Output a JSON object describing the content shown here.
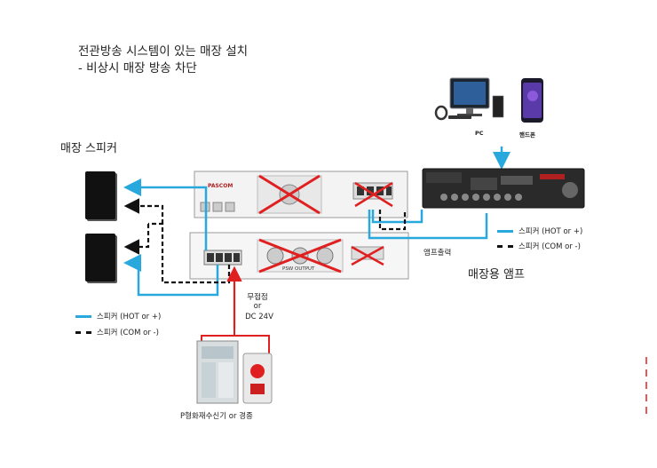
{
  "heading": {
    "line1": "전관방송 시스템이 있는 매장 설치",
    "line2": "- 비상시 매장 방송 차단"
  },
  "speaker_group": {
    "label": "매장 스피커"
  },
  "top_devices": {
    "pc_label": "PC",
    "phone_label": "핸드폰"
  },
  "amp": {
    "label": "매장용 앰프",
    "output_label": "앰프출력"
  },
  "switch_unit": {
    "brand": "PASCOM",
    "output_label": "PSW OUTPUT",
    "mid_label": "무접점",
    "or_label": "or",
    "dc_label": "DC 24V"
  },
  "fire": {
    "label": "P형화재수신기 or 경종"
  },
  "legend_left": {
    "hot": "스피커 (HOT or +)",
    "com": "스피커 (COM or -)"
  },
  "legend_right": {
    "hot": "스피커 (HOT or +)",
    "com": "스피커 (COM or -)"
  },
  "colors": {
    "hot_line": "#29a8dd",
    "com_line": "#111111",
    "trigger_line": "#e02020",
    "cross": "#e02020"
  },
  "icons": [
    "speaker-icon",
    "monitor-icon",
    "phone-icon",
    "amplifier-icon",
    "fire-panel-icon"
  ]
}
